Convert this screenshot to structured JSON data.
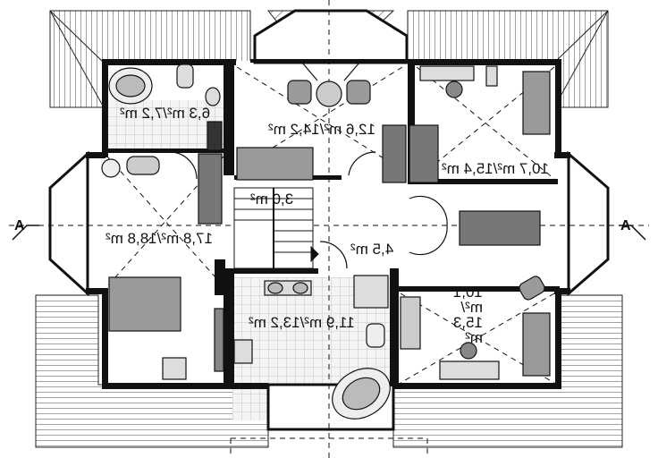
{
  "plan": {
    "section_marker": "A",
    "rooms": [
      {
        "id": "bath-top",
        "area": "6,3 m²/7,2 m²"
      },
      {
        "id": "living-top",
        "area": "12,6 m²/14,2 m²"
      },
      {
        "id": "bedroom-right-top",
        "area": "10,7 m²/15,4 m²"
      },
      {
        "id": "stair",
        "area": "3,0 m²"
      },
      {
        "id": "bedroom-left",
        "area": "17,8 m²/18,8 m²"
      },
      {
        "id": "hall",
        "area": "4,5 m²"
      },
      {
        "id": "bedroom-right-bottom",
        "area": "10,1 m²/ 15,3 m²"
      },
      {
        "id": "bath-bottom",
        "area": "11,9 m²/13,2 m²"
      }
    ]
  },
  "colors": {
    "wall": "#111111",
    "floor": "#ffffff",
    "furniture": "#9a9a9a",
    "roof": "#444444",
    "tile": "#bdbdbd"
  }
}
